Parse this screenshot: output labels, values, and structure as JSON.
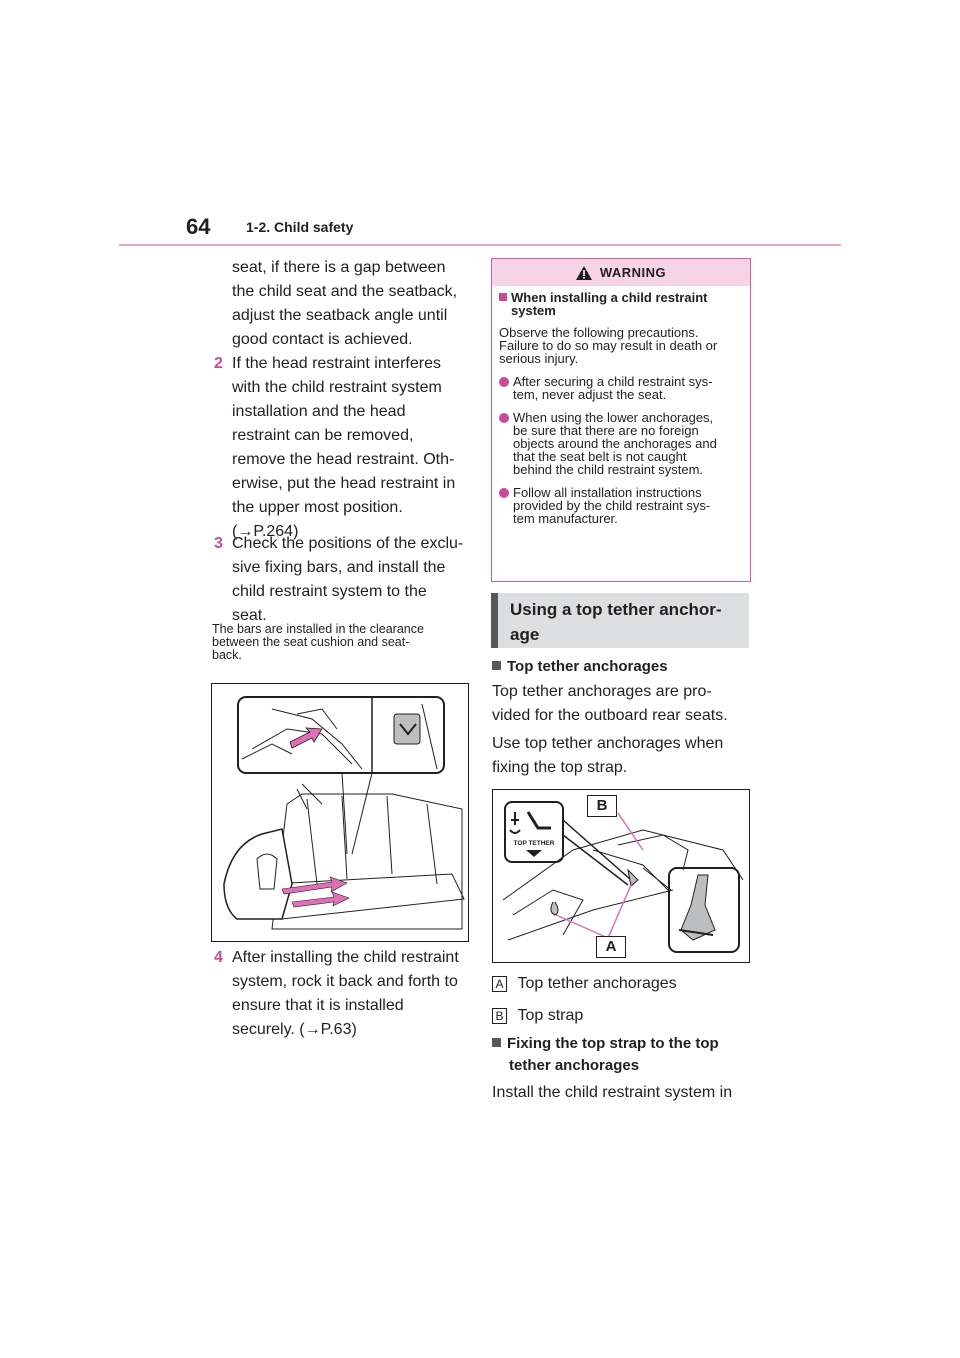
{
  "header": {
    "page_number": "64",
    "section_title": "1-2. Child safety"
  },
  "left_column": {
    "intro_continuation": "seat, if there is a gap between the child seat and the seatback, adjust the seatback angle until good contact is achieved.",
    "intro_lines": [
      "seat, if there is a gap between",
      "the child seat and the seatback,",
      "adjust the seatback angle until",
      "good contact is achieved."
    ],
    "step2": {
      "number": "2",
      "lines": [
        "If the head restraint interferes",
        "with the child restraint system",
        "installation and the head",
        "restraint can be removed,",
        "remove the head restraint. Oth-",
        "erwise, put the head restraint in",
        "the upper most position.",
        "(→P.264)"
      ]
    },
    "step3": {
      "number": "3",
      "lines": [
        "Check the positions of the exclu-",
        "sive fixing bars, and install the",
        "child restraint system to the",
        "seat."
      ]
    },
    "note_lines": [
      "The bars are installed in the clearance",
      "between the seat cushion and seat-",
      "back."
    ],
    "step4": {
      "number": "4",
      "lines": [
        "After installing the child restraint",
        "system, rock it back and forth to",
        "ensure that it is installed",
        "securely. (→P.63)"
      ]
    }
  },
  "warning": {
    "header_label": "WARNING",
    "title_lines": [
      "When installing a child restraint",
      "system"
    ],
    "intro_lines": [
      "Observe the following precautions.",
      "Failure to do so may result in death or",
      "serious injury."
    ],
    "bullets": [
      [
        "After securing a child restraint sys-",
        "tem, never adjust the seat."
      ],
      [
        "When using the lower anchorages,",
        "be sure that there are no foreign",
        "objects around the anchorages and",
        "that the seat belt is not caught",
        "behind the child restraint system."
      ],
      [
        "Follow all installation instructions",
        "provided by the child restraint sys-",
        "tem manufacturer."
      ]
    ]
  },
  "right_column": {
    "heading_lines": [
      "Using a top tether anchor-",
      "age"
    ],
    "subhead1": "Top tether anchorages",
    "para1_lines": [
      "Top tether anchorages are pro-",
      "vided for the outboard rear seats."
    ],
    "para2_lines": [
      "Use top tether anchorages when",
      "fixing the top strap."
    ],
    "figure_labels": {
      "a": "A",
      "b": "B",
      "tether_text": "TOP TETHER"
    },
    "legend": [
      {
        "key": "A",
        "text": "Top tether anchorages"
      },
      {
        "key": "B",
        "text": "Top strap"
      }
    ],
    "subhead2_lines": [
      "Fixing the top strap to the top",
      "tether anchorages"
    ],
    "para3": "Install the child restraint system in"
  },
  "colors": {
    "accent": "#c64c9b",
    "header_rule": "#e8a5cf",
    "warning_fill": "#f6d3e6",
    "heading_fill": "#dcdedf"
  }
}
